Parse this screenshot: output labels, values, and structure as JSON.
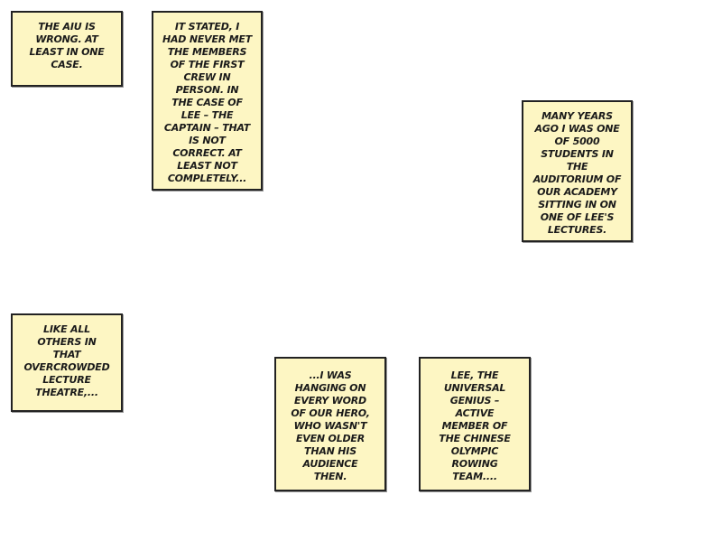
{
  "captions": [
    {
      "lines": [
        "THE AIU IS",
        "WRONG. AT",
        "LEAST IN ONE",
        "CASE."
      ]
    },
    {
      "lines": [
        "IT STATED, I",
        "HAD NEVER MET",
        "THE MEMBERS",
        "OF THE FIRST",
        "CREW IN",
        "PERSON. IN",
        "THE CASE OF",
        "LEE – THE",
        "CAPTAIN – THAT",
        "IS NOT",
        "CORRECT. AT",
        "LEAST NOT",
        "COMPLETELY..."
      ]
    },
    {
      "lines": [
        "MANY YEARS",
        "AGO I WAS ONE",
        "OF 5000",
        "STUDENTS IN",
        "THE",
        "AUDITORIUM OF",
        "OUR ACADEMY",
        "SITTING IN ON",
        "ONE OF LEE'S",
        "LECTURES."
      ]
    },
    {
      "lines": [
        "LIKE ALL",
        "OTHERS IN",
        "THAT",
        "OVERCROWDED",
        "LECTURE",
        "THEATRE,..."
      ]
    },
    {
      "lines": [
        "...I WAS",
        "HANGING ON",
        "EVERY WORD",
        "OF OUR HERO,",
        "WHO WASN'T",
        "EVEN OLDER",
        "THAN HIS",
        "AUDIENCE",
        "THEN."
      ]
    },
    {
      "lines": [
        "LEE, THE",
        "UNIVERSAL",
        "GENIUS –",
        "ACTIVE",
        "MEMBER OF",
        "THE CHINESE",
        "OLYMPIC",
        "ROWING",
        "TEAM...."
      ]
    }
  ]
}
